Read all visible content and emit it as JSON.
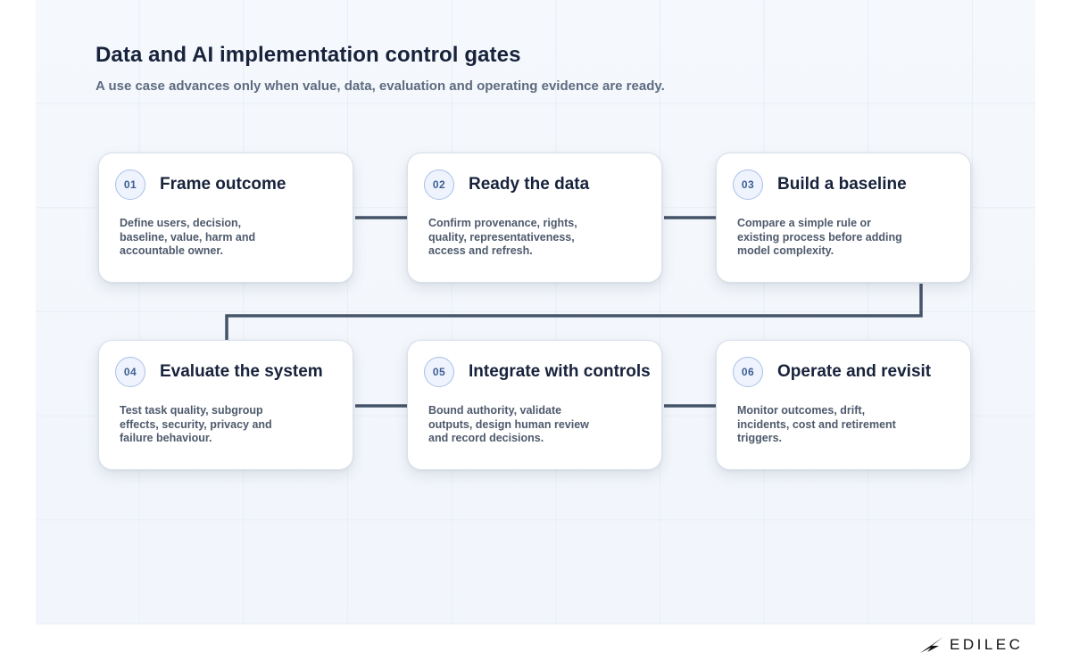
{
  "header": {
    "title": "Data and AI implementation control gates",
    "subtitle": "A use case advances only when value, data, evaluation and operating evidence are ready."
  },
  "steps": [
    {
      "number": "01",
      "title": "Frame outcome",
      "description": "Define users, decision, baseline, value, harm and accountable owner."
    },
    {
      "number": "02",
      "title": "Ready the data",
      "description": "Confirm provenance, rights, quality, representativeness, access and refresh."
    },
    {
      "number": "03",
      "title": "Build a baseline",
      "description": "Compare a simple rule or existing process before adding model complexity."
    },
    {
      "number": "04",
      "title": "Evaluate the system",
      "description": "Test task quality, subgroup effects, security, privacy and failure behaviour."
    },
    {
      "number": "05",
      "title": "Integrate with controls",
      "description": "Bound authority, validate outputs, design human review and record decisions."
    },
    {
      "number": "06",
      "title": "Operate and revisit",
      "description": "Monitor outcomes, drift, incidents, cost and retirement triggers."
    }
  ],
  "footer": {
    "logo_text": "EDILEC"
  },
  "colors": {
    "connector": "#455468",
    "badge_border": "#a9c0e8",
    "badge_fill": "#eef3fd",
    "badge_text": "#3e5f94"
  }
}
